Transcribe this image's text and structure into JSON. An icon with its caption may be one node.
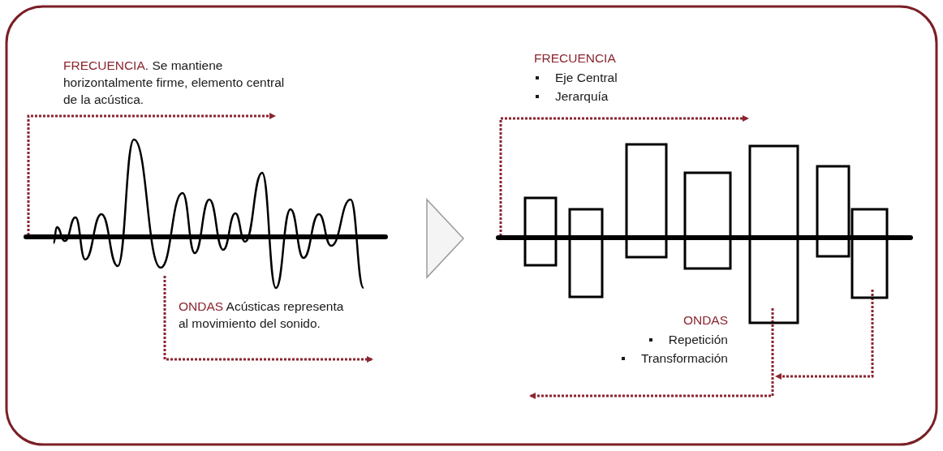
{
  "diagram": {
    "labels": [
      "FRECUENCIA. Se mantiene horizontalmente firme, elemento central de la acústica.",
      "ONDAS Acústicas representa al movimiento del sonido.",
      "FRECUENCIA",
      "Eje Central",
      "Jerarquía",
      "ONDAS",
      "Repetición",
      "Transformación"
    ]
  }
}
